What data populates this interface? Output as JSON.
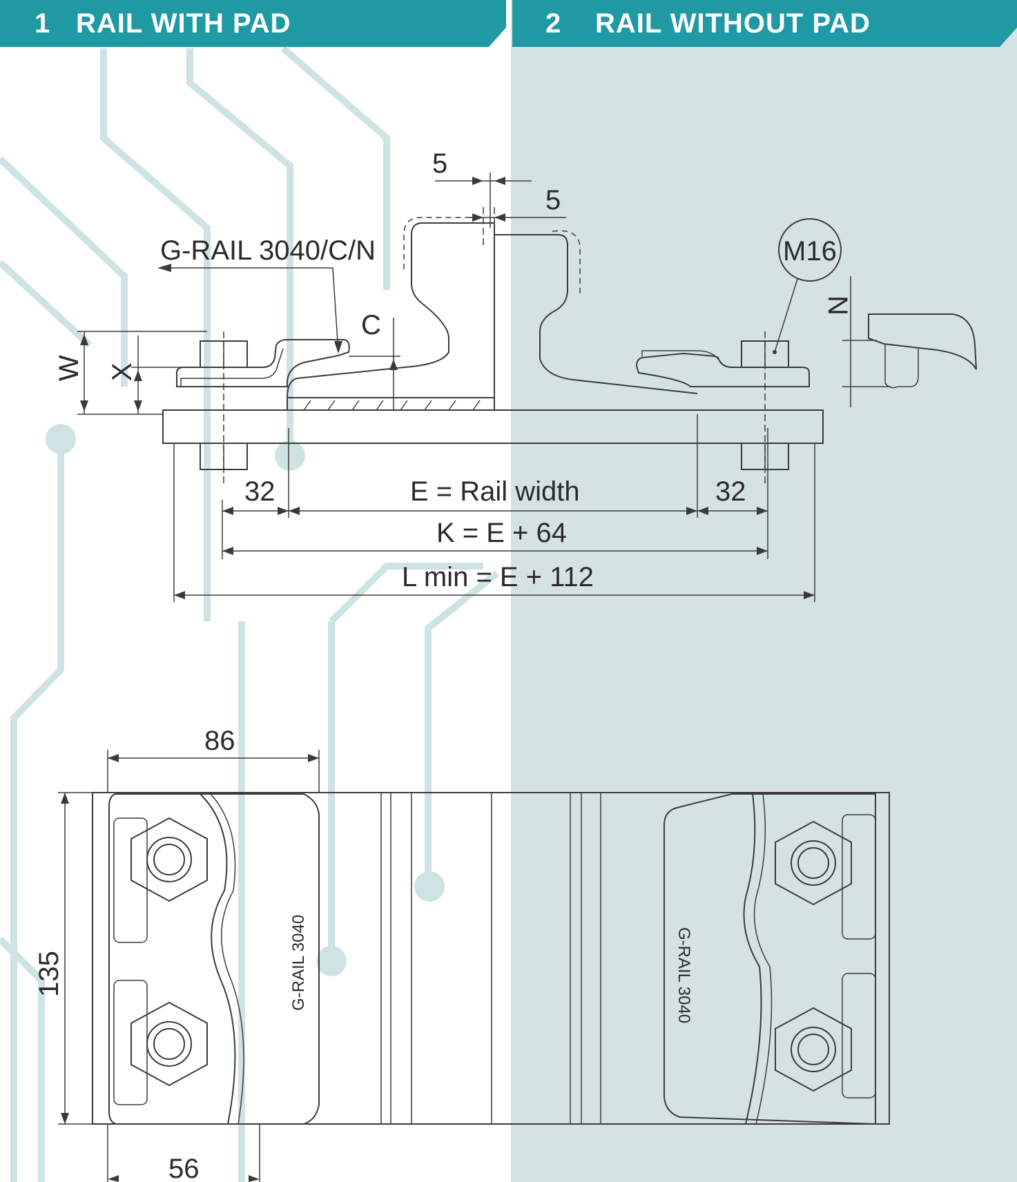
{
  "banners": [
    {
      "number": "1",
      "title": "RAIL WITH PAD"
    },
    {
      "number": "2",
      "title": "RAIL WITHOUT PAD"
    }
  ],
  "colors": {
    "banner": "#1f9aa5",
    "right_panel": "#d5e2e4",
    "circuit": "#cfe3e5",
    "line": "#3a3a3a"
  },
  "labels": {
    "product_code": "G-RAIL 3040/C/N",
    "bolt_size": "M16",
    "dim_c": "C",
    "dim_w": "W",
    "dim_x": "X",
    "dim_n": "N",
    "gap_top": "5",
    "gap_right": "5",
    "side_left": "32",
    "side_right": "32",
    "e_formula": "E = Rail width",
    "k_formula": "K = E + 64",
    "l_formula": "L min = E + 112",
    "width_86": "86",
    "height_135": "135",
    "width_56": "56",
    "clip_left_text": "G-RAIL 3040",
    "clip_right_text": "G-RAIL 3040"
  }
}
